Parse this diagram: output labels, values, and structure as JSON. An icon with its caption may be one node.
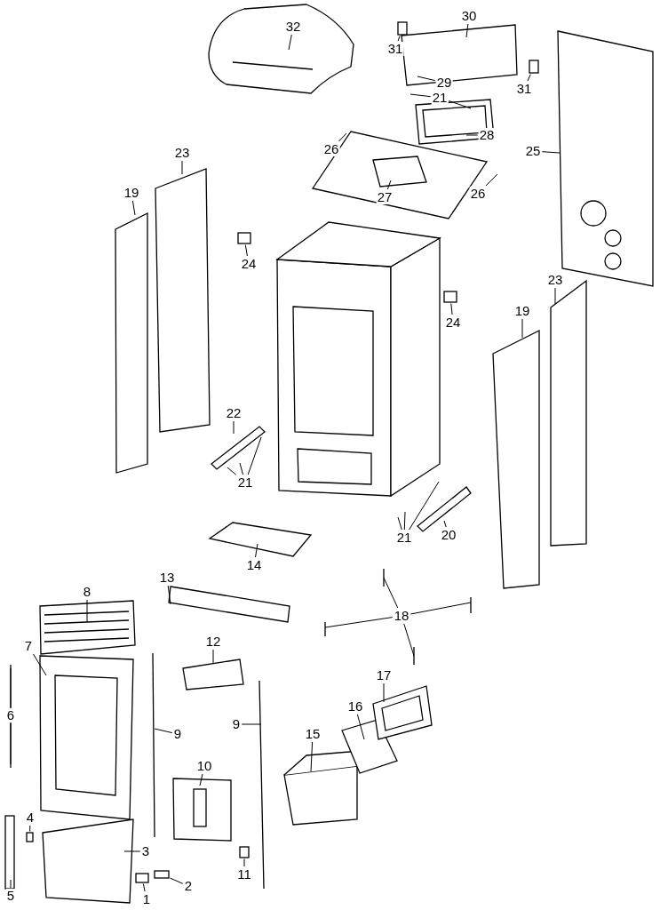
{
  "diagram": {
    "nodes": [
      {
        "text": [
          "32"
        ]
      },
      {
        "text": [
          "30"
        ]
      },
      {
        "text": [
          "31"
        ]
      },
      {
        "text": [
          "31"
        ]
      },
      {
        "text": [
          "29"
        ]
      },
      {
        "text": [
          "21"
        ]
      },
      {
        "text": [
          "28"
        ]
      },
      {
        "text": [
          "26"
        ]
      },
      {
        "text": [
          "25"
        ]
      },
      {
        "text": [
          "23"
        ]
      },
      {
        "text": [
          "27"
        ]
      },
      {
        "text": [
          "19"
        ]
      },
      {
        "text": [
          "26"
        ]
      },
      {
        "text": [
          "24"
        ]
      },
      {
        "text": [
          "23"
        ]
      },
      {
        "text": [
          "19"
        ]
      },
      {
        "text": [
          "24"
        ]
      },
      {
        "text": [
          "22"
        ]
      },
      {
        "text": [
          "21"
        ]
      },
      {
        "text": [
          "21"
        ]
      },
      {
        "text": [
          "20"
        ]
      },
      {
        "text": [
          "14"
        ]
      },
      {
        "text": [
          "13"
        ]
      },
      {
        "text": [
          "18"
        ]
      },
      {
        "text": [
          "8"
        ]
      },
      {
        "text": [
          "7"
        ]
      },
      {
        "text": [
          "12"
        ]
      },
      {
        "text": [
          "6"
        ]
      },
      {
        "text": [
          "9"
        ]
      },
      {
        "text": [
          "9"
        ]
      },
      {
        "text": [
          "17"
        ]
      },
      {
        "text": [
          "16"
        ]
      },
      {
        "text": [
          "15"
        ]
      },
      {
        "text": [
          "10"
        ]
      },
      {
        "text": [
          "4"
        ]
      },
      {
        "text": [
          "3"
        ]
      },
      {
        "text": [
          "11"
        ]
      },
      {
        "text": [
          "2"
        ]
      },
      {
        "text": [
          "1"
        ]
      },
      {
        "text": [
          "5"
        ]
      },
      {
        "text": [],
        "shape": "box"
      },
      {
        "text": [],
        "shape": "box"
      },
      {
        "text": [],
        "shape": "box"
      },
      {
        "text": [],
        "shape": "box"
      },
      {
        "text": [],
        "shape": "box"
      },
      {
        "text": [],
        "shape": "box"
      },
      {
        "text": [],
        "shape": "box"
      },
      {
        "text": [],
        "shape": "box"
      }
    ],
    "edges": [
      {
        "from": 0,
        "to": null,
        "arrow": "none"
      },
      {
        "from": 1,
        "to": null,
        "arrow": "none"
      },
      {
        "from": 2,
        "to": 40,
        "arrow": "none"
      },
      {
        "from": 3,
        "to": 41,
        "arrow": "none"
      },
      {
        "from": 4,
        "to": null,
        "arrow": "none"
      },
      {
        "from": 5,
        "to": null,
        "arrow": "none"
      },
      {
        "from": 5,
        "to": null,
        "arrow": "none"
      },
      {
        "from": 6,
        "to": null,
        "arrow": "none"
      },
      {
        "from": 7,
        "to": null,
        "arrow": "none"
      },
      {
        "from": 8,
        "to": null,
        "arrow": "none"
      },
      {
        "from": 9,
        "to": null,
        "arrow": "none"
      },
      {
        "from": 10,
        "to": null,
        "arrow": "none"
      },
      {
        "from": 11,
        "to": null,
        "arrow": "none"
      },
      {
        "from": 12,
        "to": null,
        "arrow": "none"
      },
      {
        "from": 13,
        "to": 42,
        "arrow": "none"
      },
      {
        "from": 14,
        "to": null,
        "arrow": "none"
      },
      {
        "from": 15,
        "to": null,
        "arrow": "none"
      },
      {
        "from": 16,
        "to": 43,
        "arrow": "none"
      },
      {
        "from": 17,
        "to": null,
        "arrow": "none"
      },
      {
        "from": 18,
        "to": null,
        "arrow": "none"
      },
      {
        "from": 18,
        "to": null,
        "arrow": "none"
      },
      {
        "from": 18,
        "to": null,
        "arrow": "none"
      },
      {
        "from": 19,
        "to": null,
        "arrow": "none"
      },
      {
        "from": 19,
        "to": null,
        "arrow": "none"
      },
      {
        "from": 19,
        "to": null,
        "arrow": "none"
      },
      {
        "from": 20,
        "to": null,
        "arrow": "none"
      },
      {
        "from": 21,
        "to": null,
        "arrow": "none"
      },
      {
        "from": 22,
        "to": null,
        "arrow": "none"
      },
      {
        "from": 23,
        "to": null,
        "arrow": "none"
      },
      {
        "from": 23,
        "to": null,
        "arrow": "none"
      },
      {
        "from": 23,
        "to": null,
        "arrow": "none"
      },
      {
        "from": 23,
        "to": null,
        "arrow": "none"
      },
      {
        "from": 24,
        "to": null,
        "arrow": "none"
      },
      {
        "from": 25,
        "to": null,
        "arrow": "none"
      },
      {
        "from": 26,
        "to": null,
        "arrow": "none"
      },
      {
        "from": 27,
        "to": null,
        "arrow": "none"
      },
      {
        "from": 27,
        "to": null,
        "arrow": "none"
      },
      {
        "from": 28,
        "to": null,
        "arrow": "none"
      },
      {
        "from": 29,
        "to": null,
        "arrow": "none"
      },
      {
        "from": 30,
        "to": null,
        "arrow": "none"
      },
      {
        "from": 31,
        "to": null,
        "arrow": "none"
      },
      {
        "from": 32,
        "to": null,
        "arrow": "none"
      },
      {
        "from": 33,
        "to": null,
        "arrow": "none"
      },
      {
        "from": 34,
        "to": 44,
        "arrow": "none"
      },
      {
        "from": 35,
        "to": null,
        "arrow": "none"
      },
      {
        "from": 36,
        "to": 45,
        "arrow": "none"
      },
      {
        "from": 37,
        "to": 46,
        "arrow": "none"
      },
      {
        "from": 38,
        "to": 47,
        "arrow": "none"
      },
      {
        "from": 39,
        "to": null,
        "arrow": "none"
      }
    ]
  }
}
